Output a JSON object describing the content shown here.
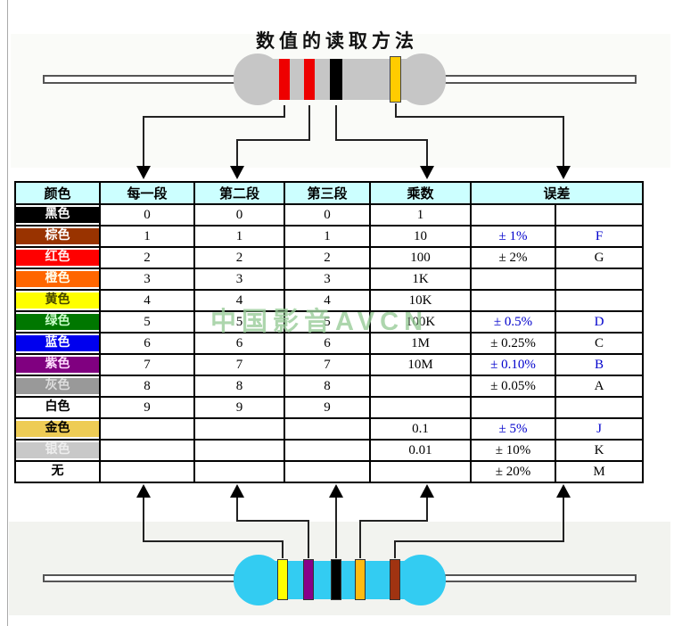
{
  "title": "数值的读取方法",
  "watermark": "中国影音AVCN",
  "colors": {
    "accent_blue": "#0000CC",
    "table_header_bg": "#CCFFFF",
    "top_resistor_body": "#C6C6C6",
    "bottom_resistor_body": "#33CCF2"
  },
  "top_resistor": {
    "bands": [
      {
        "name": "red",
        "color": "#EE0000"
      },
      {
        "name": "red",
        "color": "#EE0000"
      },
      {
        "name": "black",
        "color": "#000000"
      },
      {
        "name": "gold",
        "color": "#FFCC00"
      }
    ]
  },
  "bottom_resistor": {
    "bands": [
      {
        "name": "yellow",
        "color": "#FFFF00"
      },
      {
        "name": "purple",
        "color": "#880088"
      },
      {
        "name": "black",
        "color": "#000000"
      },
      {
        "name": "gold",
        "color": "#FFBB11"
      },
      {
        "name": "brown",
        "color": "#A03311"
      }
    ]
  },
  "table": {
    "headers": {
      "color": "颜色",
      "band1": "每一段",
      "band2": "第二段",
      "band3": "第三段",
      "multiplier": "乘数",
      "tolerance": "误差"
    },
    "rows": [
      {
        "label": "黑色",
        "swatch": "#000000",
        "label_color": "#FFFFFF",
        "band1": "0",
        "band2": "0",
        "band3": "0",
        "multiplier": "1",
        "tolerance": "",
        "tolerance_blue": false,
        "code": ""
      },
      {
        "label": "棕色",
        "swatch": "#993300",
        "label_color": "#FFFFFF",
        "band1": "1",
        "band2": "1",
        "band3": "1",
        "multiplier": "10",
        "tolerance": "± 1%",
        "tolerance_blue": true,
        "code": "F"
      },
      {
        "label": "红色",
        "swatch": "#FF0000",
        "label_color": "#FFEEEE",
        "band1": "2",
        "band2": "2",
        "band3": "2",
        "multiplier": "100",
        "tolerance": "± 2%",
        "tolerance_blue": false,
        "code": "G"
      },
      {
        "label": "橙色",
        "swatch": "#FF6600",
        "label_color": "#FFFFEE",
        "band1": "3",
        "band2": "3",
        "band3": "3",
        "multiplier": "1K",
        "tolerance": "",
        "tolerance_blue": false,
        "code": ""
      },
      {
        "label": "黄色",
        "swatch": "#FFFF00",
        "label_color": "#444400",
        "band1": "4",
        "band2": "4",
        "band3": "4",
        "multiplier": "10K",
        "tolerance": "",
        "tolerance_blue": false,
        "code": ""
      },
      {
        "label": "绿色",
        "swatch": "#007700",
        "label_color": "#CCFFCC",
        "band1": "5",
        "band2": "5",
        "band3": "5",
        "multiplier": "100K",
        "tolerance": "± 0.5%",
        "tolerance_blue": true,
        "code": "D"
      },
      {
        "label": "蓝色",
        "swatch": "#0000EE",
        "label_color": "#FFFFFF",
        "band1": "6",
        "band2": "6",
        "band3": "6",
        "multiplier": "1M",
        "tolerance": "± 0.25%",
        "tolerance_blue": false,
        "code": "C"
      },
      {
        "label": "紫色",
        "swatch": "#800080",
        "label_color": "#FFDDFF",
        "band1": "7",
        "band2": "7",
        "band3": "7",
        "multiplier": "10M",
        "tolerance": "± 0.10%",
        "tolerance_blue": true,
        "code": "B"
      },
      {
        "label": "灰色",
        "swatch": "#999999",
        "label_color": "#DDDDDD",
        "band1": "8",
        "band2": "8",
        "band3": "8",
        "multiplier": "",
        "tolerance": "± 0.05%",
        "tolerance_blue": false,
        "code": "A"
      },
      {
        "label": "白色",
        "swatch": "#FFFFFF",
        "label_color": "#000000",
        "band1": "9",
        "band2": "9",
        "band3": "9",
        "multiplier": "",
        "tolerance": "",
        "tolerance_blue": false,
        "code": ""
      },
      {
        "label": "金色",
        "swatch": "#EECC55",
        "label_color": "#000000",
        "band1": "",
        "band2": "",
        "band3": "",
        "multiplier": "0.1",
        "tolerance": "± 5%",
        "tolerance_blue": true,
        "code": "J"
      },
      {
        "label": "银色",
        "swatch": "#C8C8C8",
        "label_color": "#EEEEEE",
        "band1": "",
        "band2": "",
        "band3": "",
        "multiplier": "0.01",
        "tolerance": "± 10%",
        "tolerance_blue": false,
        "code": "K"
      },
      {
        "label": "无",
        "swatch": "#FFFFFF",
        "label_color": "#000000",
        "band1": "",
        "band2": "",
        "band3": "",
        "multiplier": "",
        "tolerance": "± 20%",
        "tolerance_blue": false,
        "code": "M"
      }
    ]
  }
}
